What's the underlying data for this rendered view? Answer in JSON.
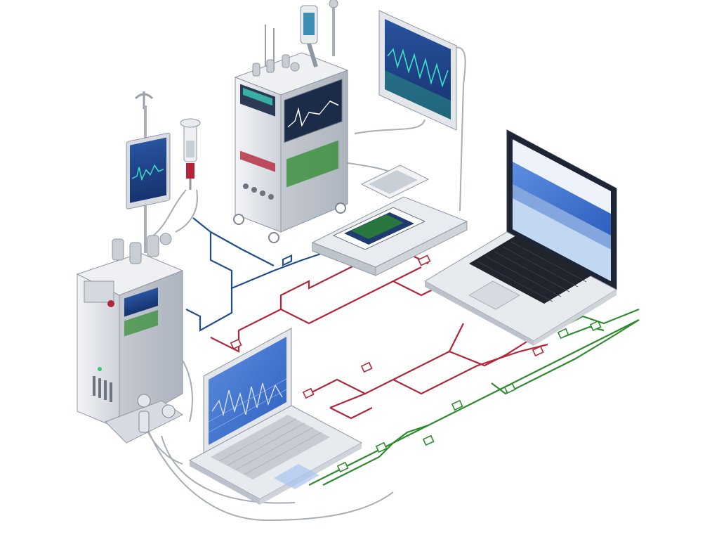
{
  "colors": {
    "blue_link": "#1f4e8c",
    "red_link": "#b3263a",
    "green_link": "#2e8b2e",
    "device_body": "#e4e7ec",
    "device_edge": "#8f97a3",
    "screen_bg": "#1a3f8f",
    "screen_trace": "#3ee0c8",
    "laptop_screen": "#3f6fd0",
    "cable": "#9aa1ab"
  },
  "devices": [
    {
      "id": "iv-pole-monitor",
      "icon": "patient-monitor-icon"
    },
    {
      "id": "infusion-tower",
      "icon": "infusion-pump-icon"
    },
    {
      "id": "console-unit",
      "icon": "medical-console-icon"
    },
    {
      "id": "wall-monitor",
      "icon": "display-monitor-icon"
    },
    {
      "id": "tablet-dock",
      "icon": "tablet-dock-icon"
    },
    {
      "id": "laptop-large",
      "icon": "laptop-icon"
    },
    {
      "id": "laptop-small",
      "icon": "laptop-icon"
    }
  ],
  "links": [
    {
      "color": "blue",
      "from": "console-unit",
      "to": "tablet-dock"
    },
    {
      "color": "red",
      "from": "console-unit",
      "to": "laptop-small"
    },
    {
      "color": "red",
      "from": "laptop-large",
      "to": "laptop-small"
    },
    {
      "color": "green",
      "from": "laptop-large",
      "to": "console-unit"
    }
  ]
}
